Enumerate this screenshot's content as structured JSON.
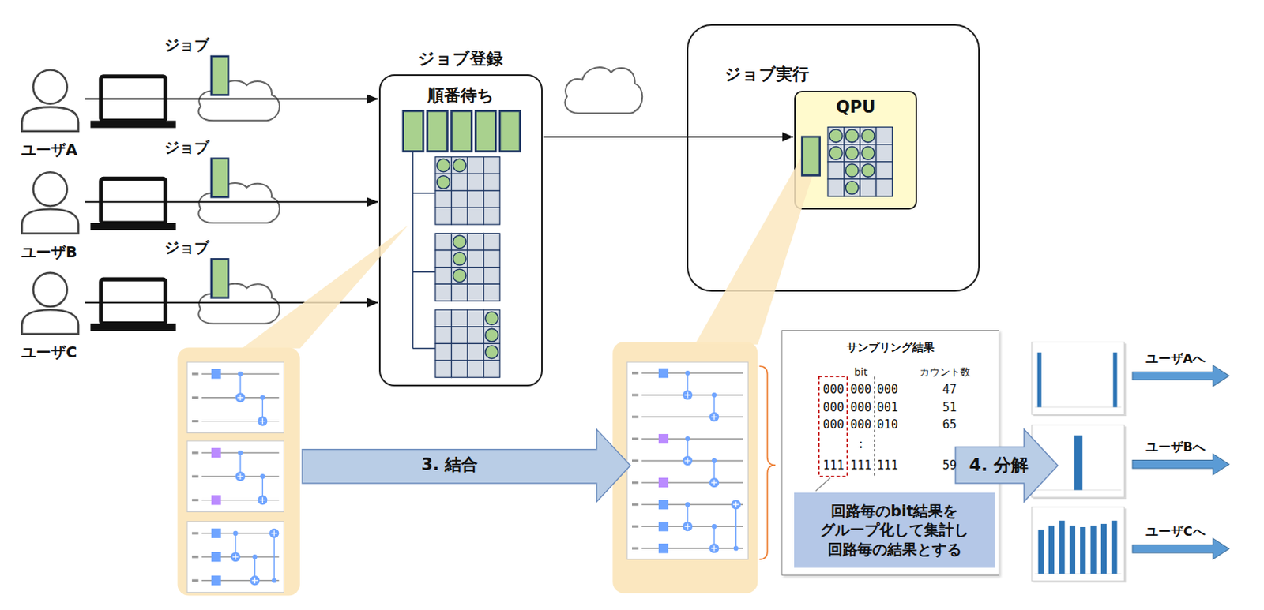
{
  "diagram": {
    "nodes": [
      {
        "text": [
          "ユーザA"
        ]
      },
      {
        "text": [
          "ユーザB"
        ]
      },
      {
        "text": [
          "ユーザC"
        ]
      },
      {
        "text": [
          "ジョブ登録",
          "順番待ち"
        ]
      },
      {
        "text": [
          "ジョブ実行"
        ]
      },
      {
        "text": [
          "QPU"
        ],
        "in": 4
      },
      {
        "text": [
          "3. 結合"
        ]
      },
      {
        "text": [
          "サンプリング結果"
        ]
      },
      {
        "text": [
          "回路毎のbit結果を グループ化して集計し 回路毎の結果とする"
        ],
        "in": 7
      },
      {
        "text": [
          "4. 分解"
        ]
      }
    ],
    "edges": [
      {
        "from": 0,
        "to": 3,
        "arrow": "to"
      },
      {
        "from": 1,
        "to": 3,
        "arrow": "to"
      },
      {
        "from": 2,
        "to": 3,
        "arrow": "to"
      },
      {
        "from": 3,
        "to": 5,
        "arrow": "to"
      }
    ],
    "labels": [
      "ジョブ",
      "ジョブ",
      "ジョブ",
      "bit",
      "カウント数",
      "000",
      "000",
      "000",
      "47",
      "000",
      "000",
      "001",
      "51",
      "000",
      "000",
      "010",
      "65",
      ":",
      "111",
      "111",
      "111",
      "59",
      "ユーザAへ",
      "ユーザBへ",
      "ユーザCへ"
    ]
  }
}
